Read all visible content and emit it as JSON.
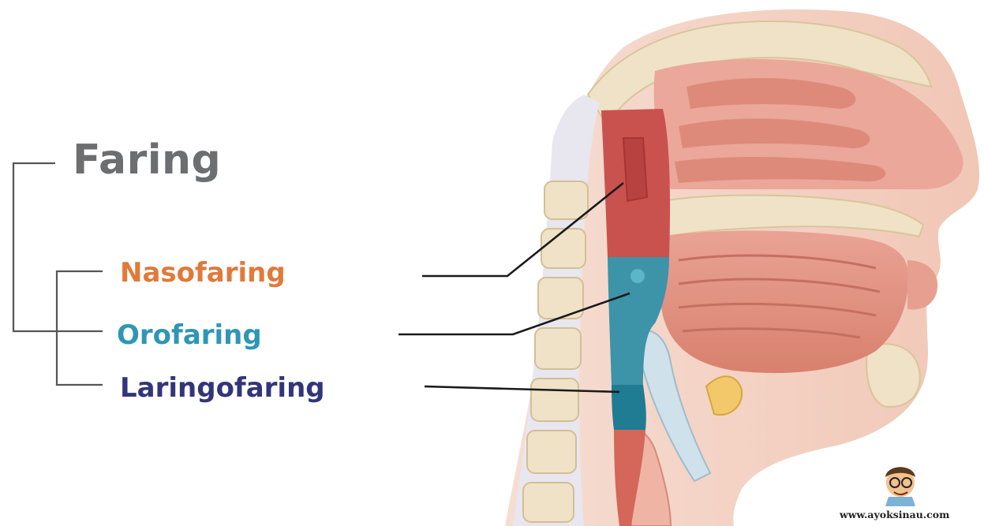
{
  "title": "Faring",
  "parts": [
    {
      "label": "Nasofaring",
      "color": "#e07a3a",
      "region_color": "#c9524f"
    },
    {
      "label": "Orofaring",
      "color": "#2f96b5",
      "region_color": "#3d93a8"
    },
    {
      "label": "Laringofaring",
      "color": "#33357a",
      "region_color": "#1f7c92"
    }
  ],
  "watermark": "www.ayoksinau.com",
  "colors": {
    "title": "#6d6e70",
    "bracket": "#555555",
    "pointer": "#1a1a1a"
  }
}
